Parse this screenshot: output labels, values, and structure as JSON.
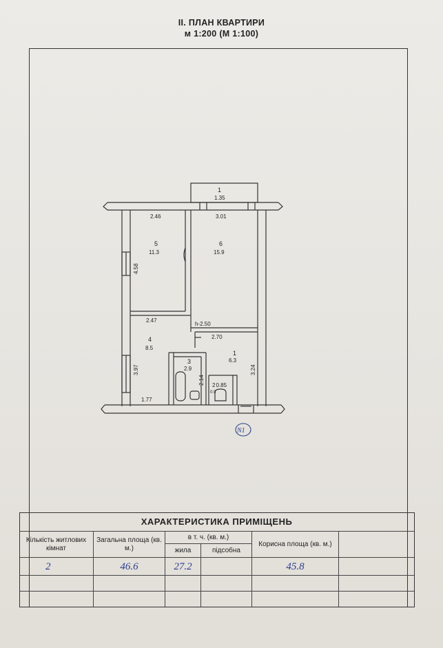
{
  "header": {
    "title": "II. ПЛАН КВАРТИРИ",
    "scale": "м 1:200 (М 1:100)"
  },
  "plan": {
    "rooms": [
      {
        "num": "1",
        "area": "1.35"
      },
      {
        "num": "5",
        "area": "11.3"
      },
      {
        "num": "6",
        "area": "15.9"
      },
      {
        "num": "4",
        "area": "8.5"
      },
      {
        "num": "3",
        "area": "2.9"
      },
      {
        "num": "1",
        "area": "6.3"
      },
      {
        "num": "2",
        "area": "0.85"
      }
    ],
    "dimensions": {
      "d246": "2.46",
      "d301": "3.01",
      "d458": "4.58",
      "d247": "2.47",
      "h250": "h-2.50",
      "d270": "2.70",
      "d397": "3.97",
      "d324": "3.24",
      "d214": "2.14",
      "d177": "1.77",
      "d09": "0.9"
    },
    "marker": "N1"
  },
  "characteristics": {
    "title": "ХАРАКТЕРИСТИКА ПРИМІЩЕНЬ",
    "headers": {
      "rooms_count": "Кількість житлових кімнат",
      "total_area": "Загальна площа (кв. м.)",
      "incl": "в т. ч. (кв. м.)",
      "living": "жила",
      "auxiliary": "підсобна",
      "useful": "Корисна площа (кв. м.)"
    },
    "values": {
      "rooms_count": "2",
      "total_area": "46.6",
      "living": "27.2",
      "auxiliary": "",
      "useful": "45.8"
    }
  },
  "colors": {
    "ink": "#222222",
    "handwriting": "#2a3d8f",
    "paper": "#ebe9e4"
  }
}
